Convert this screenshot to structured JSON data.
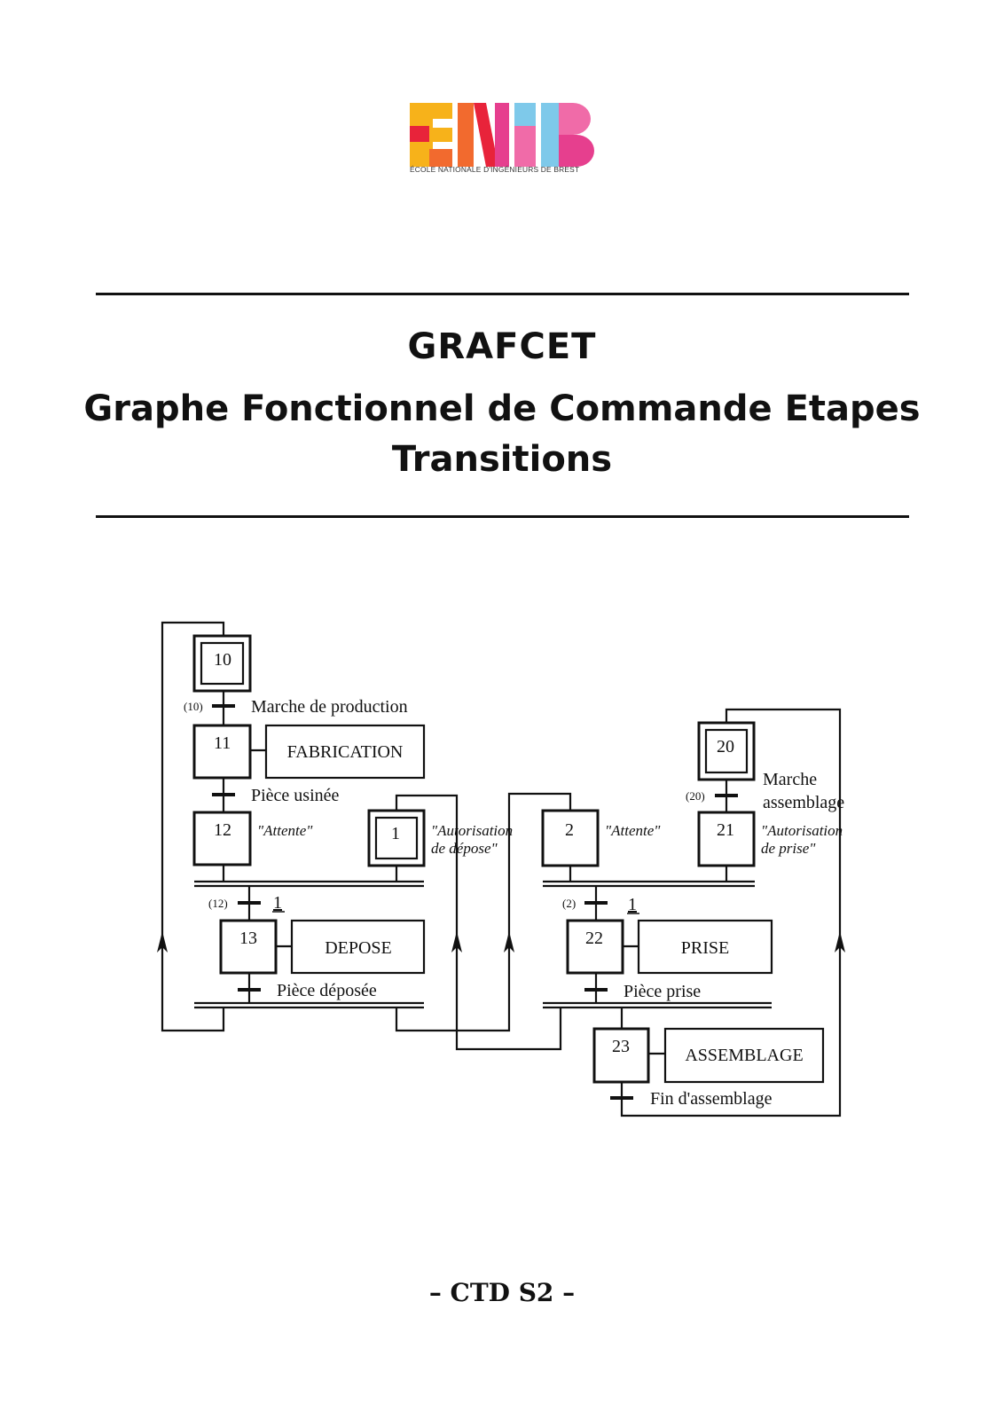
{
  "logo": {
    "name": "ENIB",
    "caption": "ÉCOLE NATIONALE D'INGÉNIEURS DE BREST",
    "colors": [
      "#f7b21a",
      "#e8233a",
      "#f26a2e",
      "#e63f8e",
      "#f06ba8",
      "#7ec9ea"
    ]
  },
  "title": {
    "line1": "GRAFCET",
    "line2": "Graphe Fonctionnel de Commande Etapes",
    "line3": "Transitions"
  },
  "diagram": {
    "steps": {
      "s10": "10",
      "s11": "11",
      "s12": "12",
      "s13": "13",
      "s1": "1",
      "s2": "2",
      "s20": "20",
      "s21": "21",
      "s22": "22",
      "s23": "23"
    },
    "actions": {
      "fabrication": "FABRICATION",
      "depose": "DEPOSE",
      "prise": "PRISE",
      "assemblage": "ASSEMBLAGE"
    },
    "comments": {
      "attente_left": "\"Attente\"",
      "attente_right": "\"Attente\"",
      "autorisation_depose_1": "\"Autorisation",
      "autorisation_depose_2": "de dépose\"",
      "autorisation_prise_1": "\"Autorisation",
      "autorisation_prise_2": "de prise\""
    },
    "transitions": {
      "t10": "(10)",
      "marche_production": "Marche de production",
      "piece_usinee": "Pièce usinée",
      "t12": "(12)",
      "cond_1_left": "1",
      "piece_deposee": "Pièce déposée",
      "t20": "(20)",
      "marche_assemblage_1": "Marche",
      "marche_assemblage_2": "assemblage",
      "t2": "(2)",
      "cond_1_right": "1",
      "piece_prise": "Pièce prise",
      "fin_assemblage": "Fin d'assemblage"
    }
  },
  "footer": "– CTD S2 –"
}
